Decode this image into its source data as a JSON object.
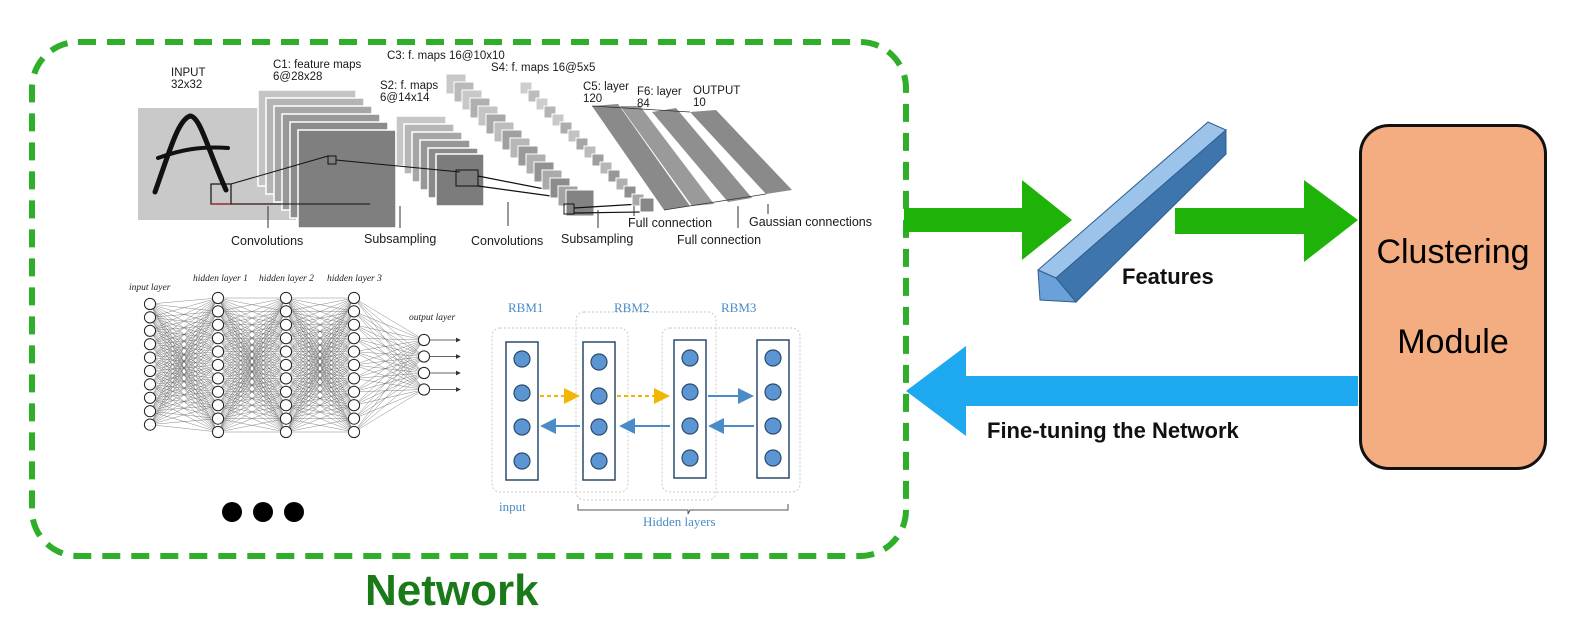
{
  "colors": {
    "network_green": "#1a7a1a",
    "dashed_border": "#2fae2a",
    "forward_arrow": "#1fb30a",
    "backward_arrow": "#1ea8f0",
    "feature_bar": "#6aa1d8",
    "cluster_fill": "#f3ad80",
    "rbm_blue": "#4a8cc8",
    "rbm_node": "#5b95d3",
    "rbm_forward": "#f2b705"
  },
  "network": {
    "label": "Network",
    "ellipsis": "●●●"
  },
  "lenet": {
    "input": "INPUT",
    "input_size": "32x32",
    "c1": "C1: feature maps",
    "c1_size": "6@28x28",
    "s2": "S2: f. maps",
    "s2_size": "6@14x14",
    "c3": "C3: f. maps 16@10x10",
    "s4": "S4: f. maps 16@5x5",
    "c5": "C5: layer",
    "c5_size": "120",
    "f6": "F6: layer",
    "f6_size": "84",
    "output": "OUTPUT",
    "output_size": "10",
    "ops": {
      "conv1": "Convolutions",
      "sub1": "Subsampling",
      "conv2": "Convolutions",
      "sub2": "Subsampling",
      "full1": "Full connection",
      "full2": "Full connection",
      "gauss": "Gaussian connections"
    }
  },
  "mlp": {
    "input_layer": "input layer",
    "hidden1": "hidden layer 1",
    "hidden2": "hidden layer 2",
    "hidden3": "hidden layer 3",
    "output_layer": "output layer"
  },
  "rbm": {
    "rbm1": "RBM1",
    "rbm2": "RBM2",
    "rbm3": "RBM3",
    "input": "input",
    "hidden": "Hidden layers"
  },
  "features_label": "Features",
  "finetune_label": "Fine-tuning the Network",
  "cluster": {
    "line1": "Clustering",
    "line2": "Module"
  }
}
